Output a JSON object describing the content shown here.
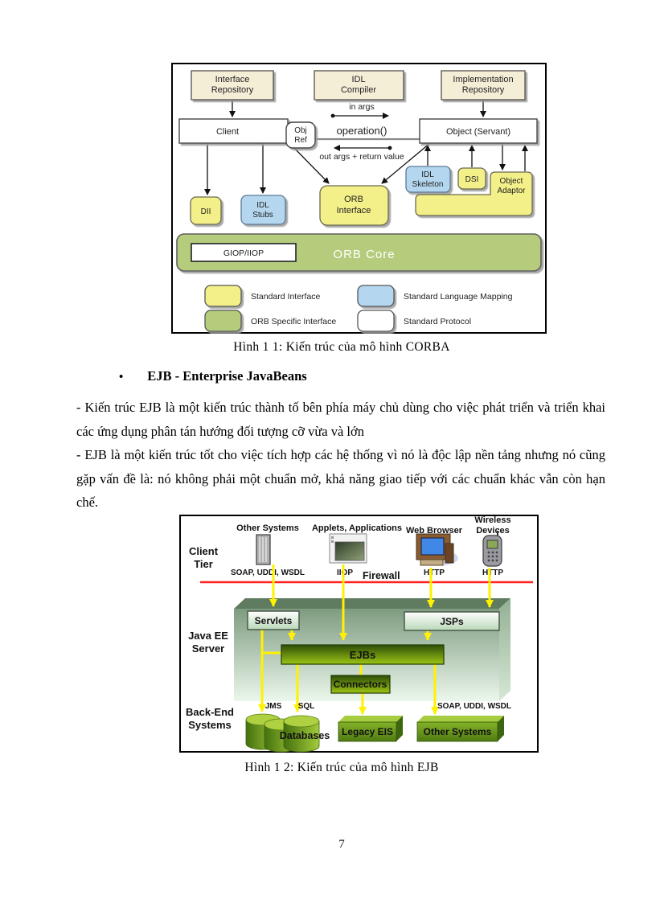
{
  "colors": {
    "box_yellow": "#F4F089",
    "box_blue": "#B4D7EF",
    "box_cream": "#F5EED7",
    "orb_core_green": "#B5CC7D",
    "firewall_red": "#FF2222",
    "arrow_yellow": "#FFF100",
    "ejb_dark_green": "#2E4E08",
    "ejb_light_green": "#9CC414",
    "backend_green": "#85B228"
  },
  "fig1": {
    "caption": "Hình 1 1: Kiến trúc của mô hình CORBA",
    "interface_repository": [
      "Interface",
      "Repository"
    ],
    "idl_compiler": [
      "IDL",
      "Compiler"
    ],
    "implementation_repository": [
      "Implementation",
      "Repository"
    ],
    "client": "Client",
    "obj_ref": [
      "Obj",
      "Ref"
    ],
    "in_args": "in args",
    "operation": "operation()",
    "out_args": "out args + return value",
    "object_servant": "Object (Servant)",
    "idl_skeleton": [
      "IDL",
      "Skeleton"
    ],
    "dsi": "DSI",
    "object_adaptor": [
      "Object",
      "Adaptor"
    ],
    "dii": "DII",
    "idl_stubs": [
      "IDL",
      "Stubs"
    ],
    "orb_interface": [
      "ORB",
      "Interface"
    ],
    "orb_core": "ORB Core",
    "giop_iiop": "GIOP/IIOP",
    "legend": {
      "standard_interface": "Standard Interface",
      "orb_specific_interface": "ORB Specific Interface",
      "standard_language_mapping": "Standard Language Mapping",
      "standard_protocol": "Standard Protocol"
    }
  },
  "text": {
    "bullet_heading": "EJB - Enterprise JavaBeans",
    "para1": "- Kiến trúc EJB là một kiến trúc thành tố bên phía máy chủ dùng cho việc phát triển và triển khai các ứng dụng phân tán hướng đối tượng cỡ vừa và lớn",
    "para2": "- EJB là một kiến trúc tốt cho việc tích hợp các hệ thống vì nó là độc lập nền tảng nhưng nó cũng gặp vấn đề là: nó không phải một chuẩn mở, khả năng giao tiếp với các chuẩn khác vẫn còn hạn chế."
  },
  "fig2": {
    "caption": "Hình 1 2: Kiến trúc của mô hình EJB",
    "client_tier": [
      "Client",
      "Tier"
    ],
    "other_systems_top": "Other Systems",
    "soap_top": "SOAP, UDDI, WSDL",
    "applets": "Applets, Applications",
    "iiop": "IIOP",
    "firewall": "Firewall",
    "web_browser": "Web Browser",
    "http_web": "HTTP",
    "wireless_devices": [
      "Wireless",
      "Devices"
    ],
    "http_wireless": "HTTP",
    "java_ee_server": [
      "Java EE",
      "Server"
    ],
    "servlets": "Servlets",
    "jsps": "JSPs",
    "ejbs": "EJBs",
    "connectors": "Connectors",
    "back_end_systems": [
      "Back-End",
      "Systems"
    ],
    "jms": "JMS",
    "sql": "SQL",
    "soap_bottom": "SOAP, UDDI, WSDL",
    "databases": "Databases",
    "legacy_eis": "Legacy EIS",
    "other_systems_bottom": "Other Systems"
  },
  "page": {
    "number": "7"
  }
}
